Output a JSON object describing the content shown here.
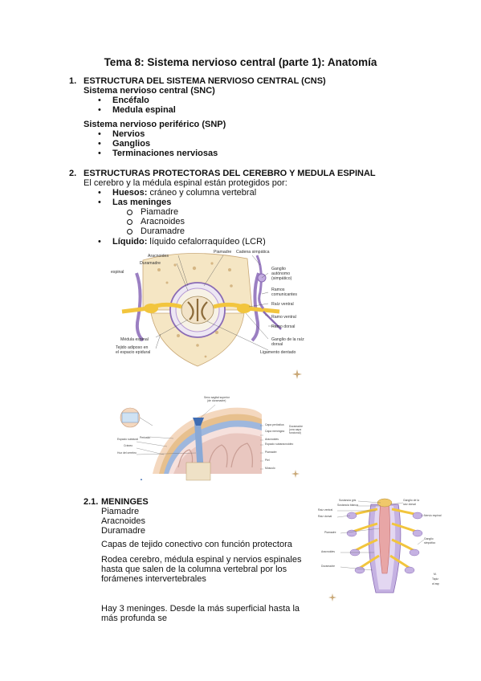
{
  "title": "Tema 8: Sistema nervioso central (parte 1): Anatomía",
  "section1": {
    "number": "1.",
    "heading": "ESTRUCTURA DEL SISTEMA NERVIOSO CENTRAL (CNS)",
    "snc_heading": "Sistema nervioso central (SNC)",
    "snc_items": [
      "Encéfalo",
      "Medula espinal"
    ],
    "snp_heading": "Sistema nervioso periférico (SNP)",
    "snp_items": [
      "Nervios",
      "Ganglios",
      "Terminaciones nerviosas"
    ]
  },
  "section2": {
    "number": "2.",
    "heading": "ESTRUCTURAS PROTECTORAS DEL CEREBRO Y MEDULA ESPINAL",
    "intro": "El cerebro y la médula espinal están protegidos por:",
    "huesos_label": "Huesos:",
    "huesos_text": " cráneo y columna vertebral",
    "meninges_label": "Las meninges",
    "meninges_items": [
      "Piamadre",
      "Aracnoides",
      "Duramadre"
    ],
    "liquido_label": "Líquido:",
    "liquido_text": " líquido cefalorraquídeo (LCR)"
  },
  "figure1": {
    "side_label": "espinal",
    "labels": {
      "aracnoides": "Aracnoides",
      "duramadre": "Duramadre",
      "piamadre": "Piamadre",
      "cadena": "Cadena simpática",
      "ganglio_autonomo": [
        "Ganglio",
        "autónomo",
        "(simpático)"
      ],
      "ramos_comunicantes": [
        "Ramos",
        "comunicantes"
      ],
      "raiz_ventral": "Raíz ventral",
      "ramo_ventral": "Ramo ventral",
      "ramo_dorsal": "Ramo dorsal",
      "ganglio_raiz": [
        "Ganglio de la raíz",
        "dorsal"
      ],
      "ligamento": "Ligamento dentado",
      "medula": "Médula espinal",
      "tejido": [
        "Tejido adiposo en",
        "el espacio epidural"
      ]
    }
  },
  "figure2": {
    "labels": {
      "seno": [
        "Seno sagital superior",
        "(de duramadre)"
      ],
      "periostio": "Periostio",
      "capa_perio": "Capa perióstica",
      "capa_mening": "Capa meníngea",
      "duramadre": "Duramadre",
      "duramadre2": [
        "(una capa",
        "funcional)"
      ],
      "aracnoides": "Aracnoides",
      "espacio_sub": "Espacio subaracnoideo",
      "piamadre": "Piamadre",
      "espacio_subd": "Espacio subdural",
      "craneo": "Cráneo",
      "hoz": "Hoz del cerebro",
      "piel": "Piel",
      "musculo": "Músculo"
    }
  },
  "section21": {
    "number": "2.1.",
    "heading": "MENINGES",
    "items": [
      "Piamadre",
      "Aracnoides",
      "Duramadre"
    ],
    "p1": "Capas de tejido conectivo con función protectora",
    "p2_lines": [
      "Rodea cerebro, médula espinal y nervios espinales",
      "hasta que salen de la columna vertebral por los",
      "forámenes intervertebrales"
    ],
    "p3_lines": [
      "Hay 3 meninges. Desde la más superficial hasta la",
      "más profunda se"
    ]
  },
  "figure3": {
    "labels": {
      "sust_gris": "Sustancia gris",
      "sust_blanca": "Sustancia blanca",
      "raiz_ventral": "Raíz ventral",
      "raiz_dorsal": "Raíz dorsal",
      "ganglio": [
        "Ganglio de la",
        "raíz dorsal"
      ],
      "nervio": "Nervio espinal",
      "piamadre": "Piamadre",
      "aracnoides": "Aracnoides",
      "ganglio_simp": [
        "Ganglio",
        "simpático"
      ],
      "duramadre": "Duramadre",
      "tapiz": [
        "M.",
        "Tapiz",
        "al asp"
      ]
    }
  }
}
